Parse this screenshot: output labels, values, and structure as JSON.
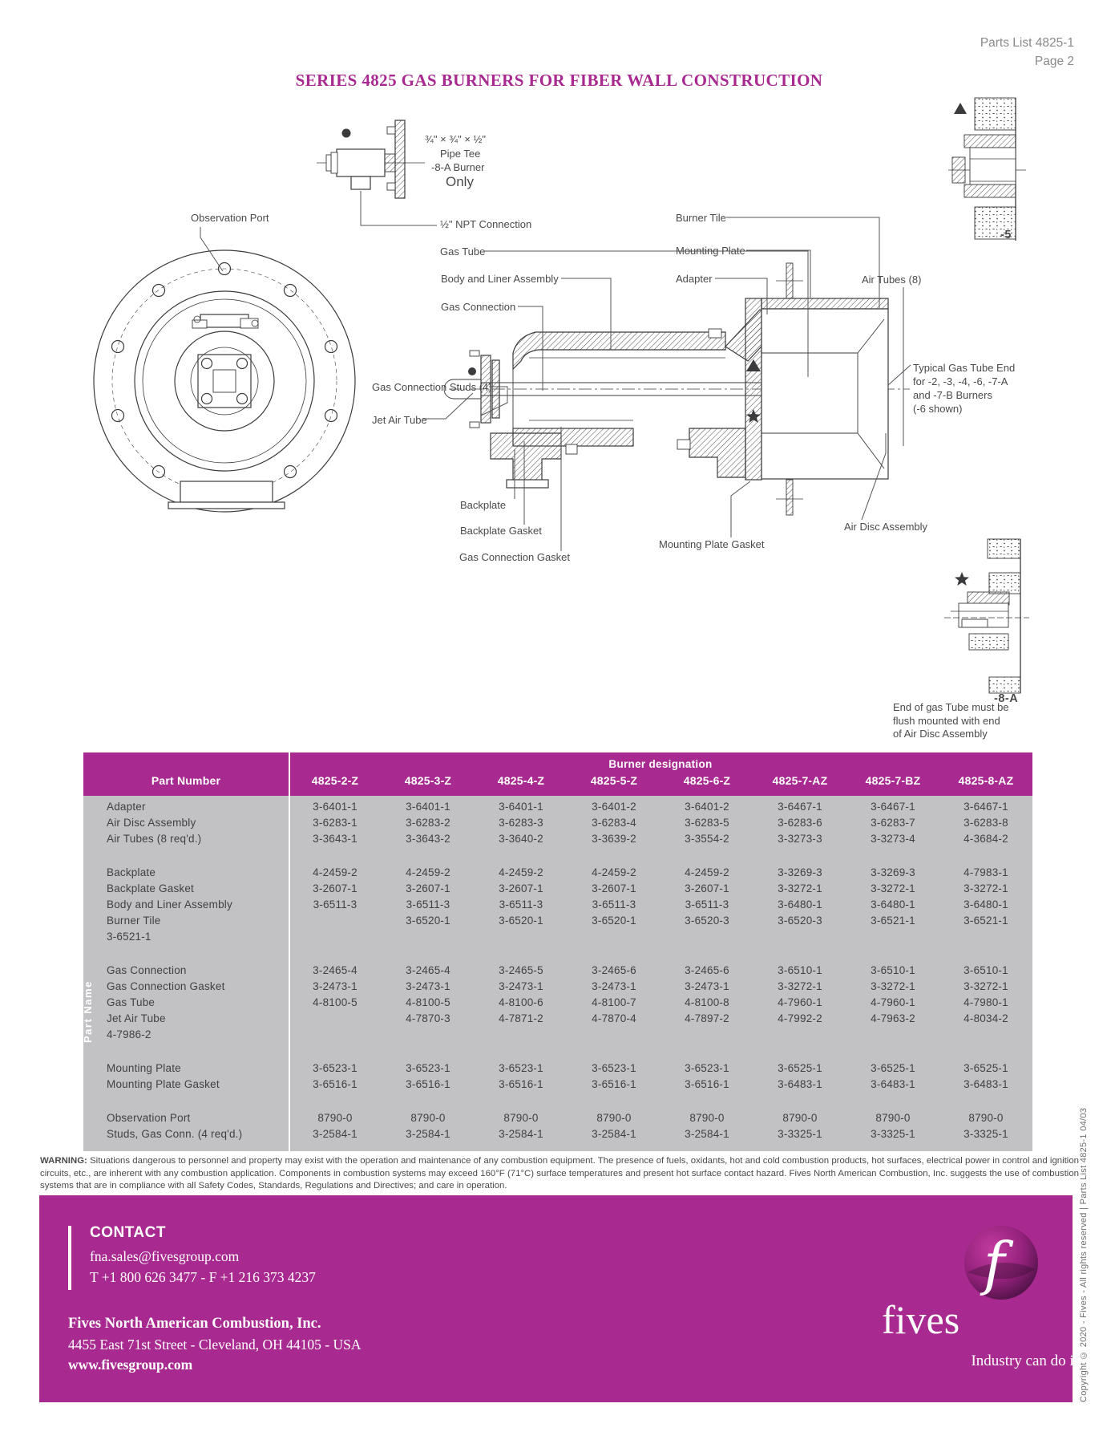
{
  "colors": {
    "accent": "#A82A90",
    "table_gray": "#C2C1C3",
    "ink": "#3B3B3D"
  },
  "page": {
    "doc_ref": "Parts List 4825-1",
    "page_label": "Page 2",
    "title": "SERIES 4825 GAS BURNERS FOR FIBER WALL CONSTRUCTION"
  },
  "diagram": {
    "labels": {
      "pipe_tee_size": "¾\" × ¾\" × ½\"",
      "pipe_tee": "Pipe Tee",
      "pipe_tee_burner": "-8-A Burner",
      "pipe_tee_only": "Only",
      "observation_port": "Observation Port",
      "npt_connection": "½\" NPT Connection",
      "gas_tube": "Gas Tube",
      "body_liner": "Body and Liner Assembly",
      "gas_connection": "Gas Connection",
      "gas_connection_studs": "Gas Connection Studs (4)",
      "jet_air_tube": "Jet Air Tube",
      "backplate": "Backplate",
      "backplate_gasket": "Backplate Gasket",
      "gas_connection_gasket": "Gas Connection Gasket",
      "mounting_plate_gasket": "Mounting Plate Gasket",
      "air_disc_assembly": "Air Disc Assembly",
      "burner_tile": "Burner Tile",
      "mounting_plate": "Mounting Plate",
      "adapter": "Adapter",
      "air_tubes": "Air Tubes (8)",
      "typical_line1": "Typical Gas Tube End",
      "typical_line2": "for -2, -3, -4, -6, -7-A",
      "typical_line3": "and -7-B Burners",
      "typical_line4": "(-6 shown)",
      "section_5": "-5",
      "section_8a": "-8-A",
      "flush_note_line1": "End of gas Tube must be",
      "flush_note_line2": "flush mounted with end",
      "flush_note_line3": "of Air Disc Assembly"
    }
  },
  "table": {
    "group_header": "Burner designation",
    "part_number_header": "Part Number",
    "side_label": "Part Name",
    "columns": [
      "4825-2-Z",
      "4825-3-Z",
      "4825-4-Z",
      "4825-5-Z",
      "4825-6-Z",
      "4825-7-AZ",
      "4825-7-BZ",
      "4825-8-AZ"
    ],
    "rows": [
      {
        "label": "Adapter",
        "values": [
          "3-6401-1",
          "3-6401-1",
          "3-6401-1",
          "3-6401-2",
          "3-6401-2",
          "3-6467-1",
          "3-6467-1",
          "3-6467-1"
        ]
      },
      {
        "label": "Air Disc Assembly",
        "values": [
          "3-6283-1",
          "3-6283-2",
          "3-6283-3",
          "3-6283-4",
          "3-6283-5",
          "3-6283-6",
          "3-6283-7",
          "3-6283-8"
        ]
      },
      {
        "label": "Air Tubes (8 req'd.)",
        "values": [
          "3-3643-1",
          "3-3643-2",
          "3-3640-2",
          "3-3639-2",
          "3-3554-2",
          "3-3273-3",
          "3-3273-4",
          "4-3684-2"
        ]
      },
      {
        "label": "Backplate",
        "values": [
          "4-2459-2",
          "4-2459-2",
          "4-2459-2",
          "4-2459-2",
          "4-2459-2",
          "3-3269-3",
          "3-3269-3",
          "4-7983-1"
        ]
      },
      {
        "label": "Backplate Gasket",
        "values": [
          "3-2607-1",
          "3-2607-1",
          "3-2607-1",
          "3-2607-1",
          "3-2607-1",
          "3-3272-1",
          "3-3272-1",
          "3-3272-1"
        ]
      },
      {
        "label": "Body and Liner Assembly",
        "values": [
          "3-6511-3",
          "3-6511-3",
          "3-6511-3",
          "3-6511-3",
          "3-6511-3",
          "3-6480-1",
          "3-6480-1",
          "3-6480-1"
        ]
      },
      {
        "label": "Burner Tile",
        "values": [
          "",
          "3-6520-1",
          "3-6520-1",
          "3-6520-1",
          "3-6520-3",
          "3-6520-3",
          "3-6521-1",
          "3-6521-1"
        ]
      },
      {
        "label": "3-6521-1",
        "values": [
          "",
          "",
          "",
          "",
          "",
          "",
          "",
          ""
        ]
      },
      {
        "label": "Gas Connection",
        "values": [
          "3-2465-4",
          "3-2465-4",
          "3-2465-5",
          "3-2465-6",
          "3-2465-6",
          "3-6510-1",
          "3-6510-1",
          "3-6510-1"
        ]
      },
      {
        "label": "Gas Connection Gasket",
        "values": [
          "3-2473-1",
          "3-2473-1",
          "3-2473-1",
          "3-2473-1",
          "3-2473-1",
          "3-3272-1",
          "3-3272-1",
          "3-3272-1"
        ]
      },
      {
        "label": "Gas Tube",
        "values": [
          "4-8100-5",
          "4-8100-5",
          "4-8100-6",
          "4-8100-7",
          "4-8100-8",
          "4-7960-1",
          "4-7960-1",
          "4-7980-1"
        ]
      },
      {
        "label": "Jet Air Tube",
        "values": [
          "",
          "4-7870-3",
          "4-7871-2",
          "4-7870-4",
          "4-7897-2",
          "4-7992-2",
          "4-7963-2",
          "4-8034-2"
        ]
      },
      {
        "label": "4-7986-2",
        "values": [
          "",
          "",
          "",
          "",
          "",
          "",
          "",
          ""
        ]
      },
      {
        "label": "Mounting Plate",
        "values": [
          "3-6523-1",
          "3-6523-1",
          "3-6523-1",
          "3-6523-1",
          "3-6523-1",
          "3-6525-1",
          "3-6525-1",
          "3-6525-1"
        ]
      },
      {
        "label": "Mounting Plate Gasket",
        "values": [
          "3-6516-1",
          "3-6516-1",
          "3-6516-1",
          "3-6516-1",
          "3-6516-1",
          "3-6483-1",
          "3-6483-1",
          "3-6483-1"
        ]
      },
      {
        "label": "Observation Port",
        "values": [
          "8790-0",
          "8790-0",
          "8790-0",
          "8790-0",
          "8790-0",
          "8790-0",
          "8790-0",
          "8790-0"
        ]
      },
      {
        "label": "Studs, Gas Conn. (4 req'd.)",
        "values": [
          "3-2584-1",
          "3-2584-1",
          "3-2584-1",
          "3-2584-1",
          "3-2584-1",
          "3-3325-1",
          "3-3325-1",
          "3-3325-1"
        ]
      }
    ]
  },
  "warning": {
    "label": "WARNING:",
    "text": "Situations dangerous to personnel and property may exist with the operation and maintenance of any combustion equipment. The presence of fuels, oxidants, hot and cold combustion products, hot surfaces, electrical power in control and ignition circuits, etc., are inherent with any combustion application. Components in combustion systems may exceed 160°F (71°C) surface temperatures and present hot surface contact hazard. Fives North American Combustion, Inc. suggests the use of combustion systems that are in compliance with all Safety Codes, Standards, Regulations and Directives; and care in operation."
  },
  "footer": {
    "contact_heading": "CONTACT",
    "email": "fna.sales@fivesgroup.com",
    "phone": "T +1 800 626 3477 - F +1 216 373 4237",
    "company": "Fives North American Combustion, Inc.",
    "address": "4455 East 71st Street - Cleveland, OH 44105 - USA",
    "website": "www.fivesgroup.com",
    "brand": "fives",
    "logo_letter": "f",
    "tagline": "Industry can do it"
  },
  "sidebar": {
    "copyright": "Copyright © 2020 - Fives - All rights reserved | Parts List 4825-1 04/03"
  }
}
